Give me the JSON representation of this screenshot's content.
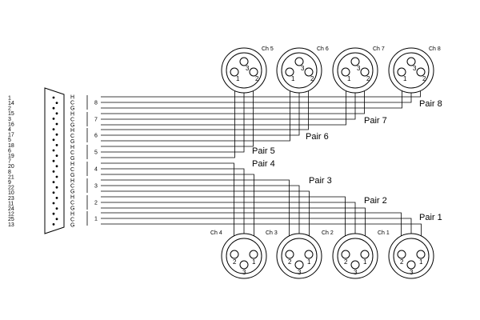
{
  "db25": {
    "pins": [
      "1",
      "14",
      "2",
      "15",
      "3",
      "16",
      "4",
      "17",
      "5",
      "18",
      "6",
      "19",
      "7",
      "20",
      "8",
      "21",
      "9",
      "22",
      "10",
      "23",
      "11",
      "24",
      "12",
      "25",
      "13"
    ]
  },
  "hcg": [
    "H",
    "C",
    "G",
    "H",
    "C",
    "G",
    "H",
    "C",
    "G",
    "H",
    "C",
    "G",
    "H",
    "C",
    "G",
    "H",
    "C",
    "G",
    "H",
    "C",
    "G",
    "H",
    "C",
    "G"
  ],
  "pair_numbers": [
    "8",
    "7",
    "6",
    "5",
    "4",
    "3",
    "2",
    "1"
  ],
  "pair_labels": [
    "Pair 8",
    "Pair 7",
    "Pair 6",
    "Pair 5",
    "Pair 4",
    "Pair 3",
    "Pair 2",
    "Pair 1"
  ],
  "top_connectors": [
    {
      "label": "Ch 5"
    },
    {
      "label": "Ch 6"
    },
    {
      "label": "Ch 7"
    },
    {
      "label": "Ch 8"
    }
  ],
  "bottom_connectors": [
    {
      "label": "Ch 4"
    },
    {
      "label": "Ch 3"
    },
    {
      "label": "Ch 2"
    },
    {
      "label": "Ch 1"
    }
  ],
  "xlr_pins": [
    "1",
    "2",
    "3"
  ]
}
